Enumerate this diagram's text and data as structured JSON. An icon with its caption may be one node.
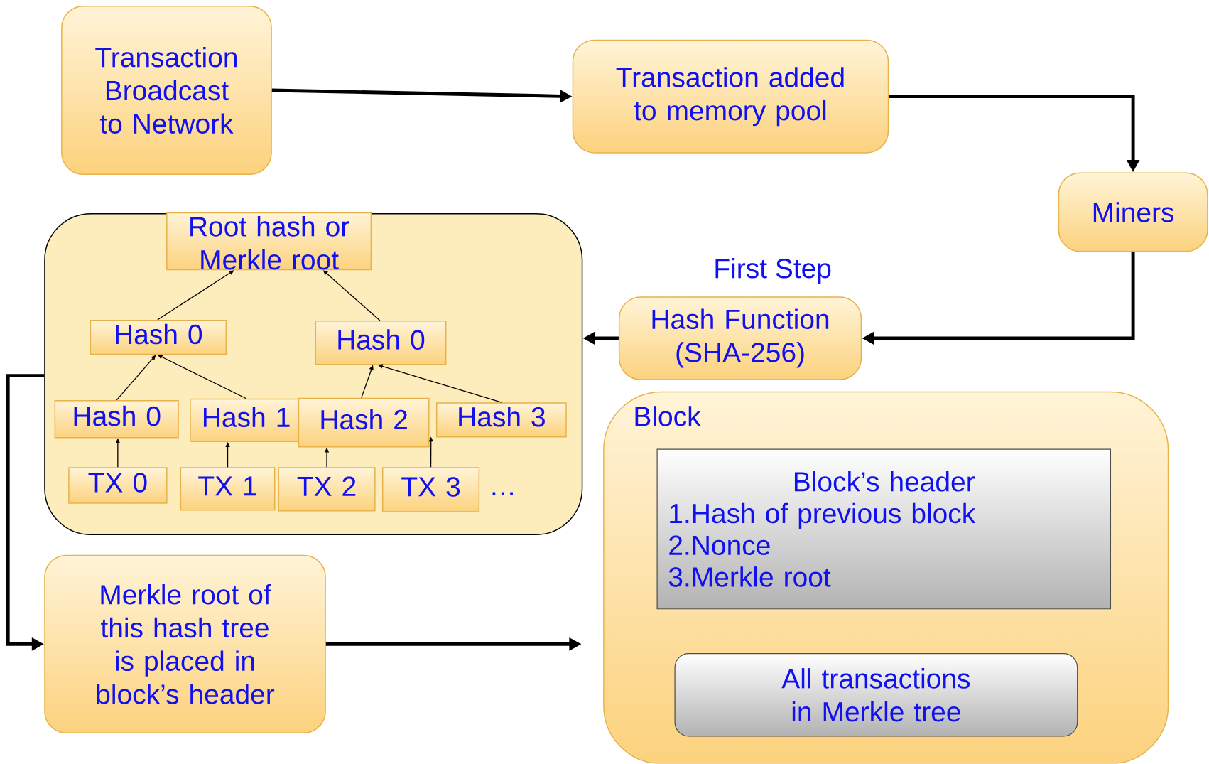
{
  "diagram": {
    "nodes": [
      {
        "text": [
          "Transaction Broadcast to Network"
        ]
      },
      {
        "text": [
          "Transaction added to memory pool"
        ]
      },
      {
        "text": [
          "Miners"
        ]
      },
      {
        "text": [
          "Hash Function (SHA-256)"
        ],
        "beside": [
          "First Step"
        ]
      },
      {
        "text": [],
        "shape": "box"
      },
      {
        "text": [
          "Root hash or Merkle root"
        ],
        "in": 4
      },
      {
        "text": [
          "Hash 0"
        ],
        "in": 4
      },
      {
        "text": [
          "Hash 0"
        ],
        "in": 4
      },
      {
        "text": [
          "Hash 0"
        ],
        "in": 4
      },
      {
        "text": [
          "Hash 1"
        ],
        "in": 4
      },
      {
        "text": [
          "Hash 2"
        ],
        "in": 4
      },
      {
        "text": [
          "Hash 3"
        ],
        "in": 4
      },
      {
        "text": [
          "TX 0"
        ],
        "in": 4
      },
      {
        "text": [
          "TX 1"
        ],
        "in": 4
      },
      {
        "text": [
          "TX 2"
        ],
        "in": 4
      },
      {
        "text": [
          "TX 3"
        ],
        "in": 4
      },
      {
        "text": [
          "Merkle root of this hash tree is placed in block’s header"
        ]
      },
      {
        "text": [
          "Block"
        ]
      },
      {
        "text": [
          "Block’s header",
          "1.Hash of previous block",
          "2.Nonce",
          "3.Merkle root"
        ],
        "in": 17
      },
      {
        "text": [
          "All transactions in Merkle tree"
        ],
        "in": 17
      }
    ],
    "edges": [
      {
        "from": 0,
        "to": 1,
        "arrow": "to",
        "style": "thick"
      },
      {
        "from": 1,
        "to": 2,
        "arrow": "to",
        "style": "thick"
      },
      {
        "from": 2,
        "to": 3,
        "arrow": "to",
        "style": "thick"
      },
      {
        "from": 3,
        "to": 4,
        "arrow": "to",
        "style": "thick"
      },
      {
        "from": 4,
        "to": 16,
        "arrow": "to",
        "style": "thick"
      },
      {
        "from": 16,
        "to": 17,
        "arrow": "to",
        "style": "thick"
      },
      {
        "from": 6,
        "to": 5,
        "arrow": "to"
      },
      {
        "from": 7,
        "to": 5,
        "arrow": "to"
      },
      {
        "from": 8,
        "to": 6,
        "arrow": "to"
      },
      {
        "from": 9,
        "to": 6,
        "arrow": "to"
      },
      {
        "from": 10,
        "to": 7,
        "arrow": "to"
      },
      {
        "from": 11,
        "to": 7,
        "arrow": "to"
      },
      {
        "from": 12,
        "to": 8,
        "arrow": "to"
      },
      {
        "from": 13,
        "to": 9,
        "arrow": "to"
      },
      {
        "from": 14,
        "to": 10,
        "arrow": "to"
      },
      {
        "from": 15,
        "to": 10,
        "arrow": "to"
      }
    ],
    "labels": [
      "…"
    ]
  }
}
